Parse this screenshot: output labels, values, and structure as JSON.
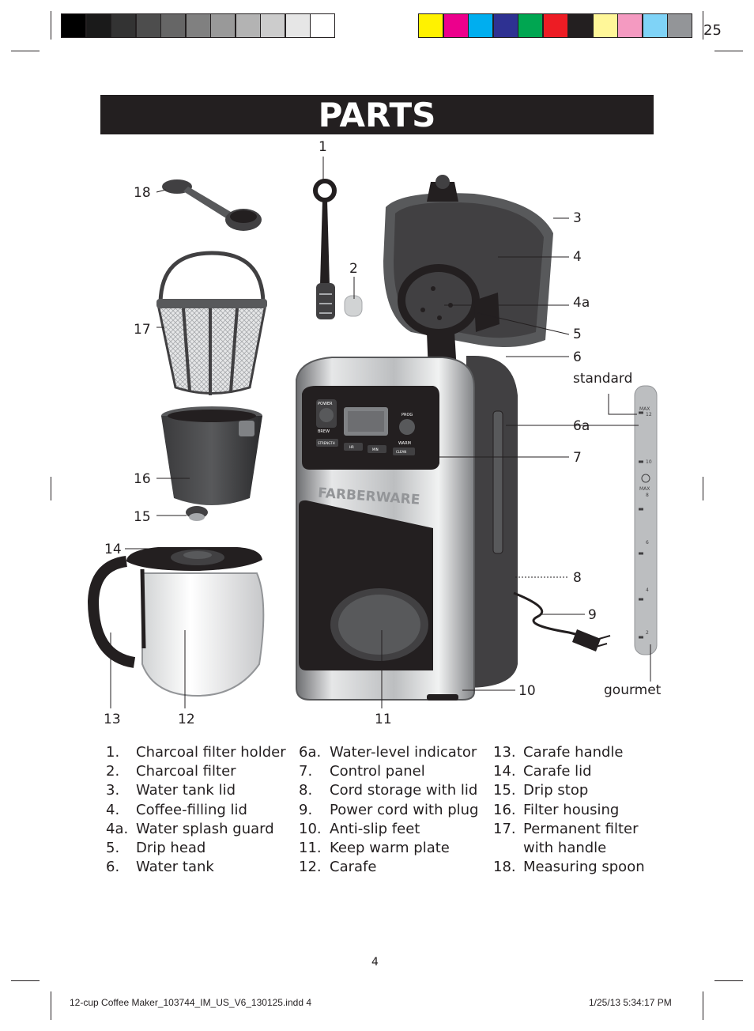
{
  "header": {
    "page_number_top": "25",
    "title": "PARTS"
  },
  "color_bar": {
    "grayscale": [
      "#000000",
      "#1a1a1a",
      "#333333",
      "#4d4d4d",
      "#666666",
      "#808080",
      "#999999",
      "#b3b3b3",
      "#cccccc",
      "#e6e6e6",
      "#ffffff"
    ],
    "process": [
      "#fff200",
      "#ec008c",
      "#00aeef",
      "#2e3192",
      "#00a651",
      "#ed1c24",
      "#231f20",
      "#fff799",
      "#f49ac1",
      "#7fd3f7",
      "#939598"
    ]
  },
  "callouts": {
    "c1": "1",
    "c2": "2",
    "c3": "3",
    "c4": "4",
    "c4a": "4a",
    "c5": "5",
    "c6": "6",
    "c6a": "6a",
    "c7": "7",
    "c8": "8",
    "c9": "9",
    "c10": "10",
    "c11": "11",
    "c12": "12",
    "c13": "13",
    "c14": "14",
    "c15": "15",
    "c16": "16",
    "c17": "17",
    "c18": "18",
    "standard": "standard",
    "gourmet": "gourmet"
  },
  "appliance": {
    "brand": "FARBERWARE",
    "panel_labels": {
      "power": "POWER",
      "prog": "PROG",
      "brew": "BREW",
      "warm": "WARM"
    },
    "panel_buttons": [
      "STRENGTH",
      "HR",
      "MIN",
      "CLEAN"
    ],
    "gauge_labels": [
      "MAX",
      "12",
      "10",
      "MAX",
      "8",
      "6",
      "4",
      "2"
    ]
  },
  "parts_list": {
    "col1": [
      {
        "num": "1.",
        "text": "Charcoal filter holder"
      },
      {
        "num": "2.",
        "text": "Charcoal filter"
      },
      {
        "num": "3.",
        "text": "Water tank lid"
      },
      {
        "num": "4.",
        "text": "Coffee-filling lid"
      },
      {
        "num": "4a.",
        "text": "Water splash guard"
      },
      {
        "num": "5.",
        "text": "Drip head"
      },
      {
        "num": "6.",
        "text": "Water tank"
      }
    ],
    "col2": [
      {
        "num": "6a.",
        "text": "Water-level indicator"
      },
      {
        "num": "7.",
        "text": "Control panel"
      },
      {
        "num": "8.",
        "text": "Cord storage with lid"
      },
      {
        "num": "9.",
        "text": "Power cord with plug"
      },
      {
        "num": "10.",
        "text": "Anti-slip feet"
      },
      {
        "num": "11.",
        "text": "Keep warm plate"
      },
      {
        "num": "12.",
        "text": "Carafe"
      }
    ],
    "col3": [
      {
        "num": "13.",
        "text": "Carafe handle"
      },
      {
        "num": "14.",
        "text": "Carafe lid"
      },
      {
        "num": "15.",
        "text": "Drip stop"
      },
      {
        "num": "16.",
        "text": "Filter housing"
      },
      {
        "num": "17.",
        "text": "Permanent filter"
      },
      {
        "num": "",
        "text": "with handle"
      },
      {
        "num": "18.",
        "text": "Measuring spoon"
      }
    ]
  },
  "footer": {
    "page_number": "4",
    "slug_file": "12-cup Coffee Maker_103744_IM_US_V6_130125.indd   4",
    "slug_date": "1/25/13   5:34:17 PM"
  }
}
